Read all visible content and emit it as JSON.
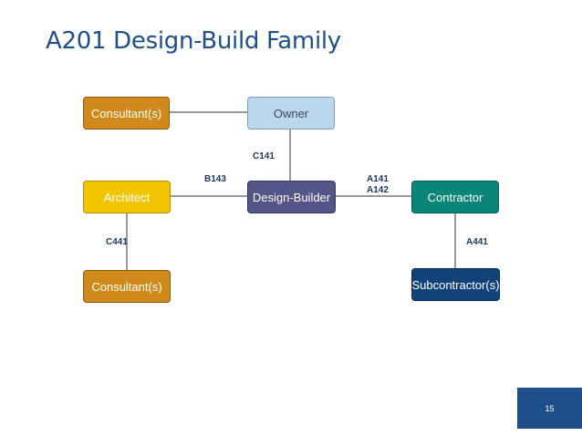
{
  "slide": {
    "title": "A201 Design-Build Family",
    "page_number": "15",
    "page_box_color": "#1f4f8a"
  },
  "nodes": {
    "consultant_top": {
      "label": "Consultant(s)",
      "fill": "#d08a1c",
      "text": "#ffffff",
      "border": "#8a5a0e"
    },
    "owner": {
      "label": "Owner",
      "fill": "#bcd7ec",
      "text": "#3a4a5a",
      "border": "#7aa0c0"
    },
    "architect": {
      "label": "Architect",
      "fill": "#f2c500",
      "text": "#ffffff",
      "border": "#b08e00"
    },
    "design_builder": {
      "label": "Design-Builder",
      "fill": "#535488",
      "text": "#ffffff",
      "border": "#34355c"
    },
    "contractor": {
      "label": "Contractor",
      "fill": "#0a8577",
      "text": "#ffffff",
      "border": "#065a50"
    },
    "consultant_bottom": {
      "label": "Consultant(s)",
      "fill": "#d08a1c",
      "text": "#ffffff",
      "border": "#8a5a0e"
    },
    "subcontractor": {
      "label": "Subcontractor(s)",
      "fill": "#12427a",
      "text": "#ffffff",
      "border": "#0a2a50"
    }
  },
  "contracts": {
    "c141": "C141",
    "b143": "B143",
    "a141": "A141",
    "a142": "A142",
    "c441": "C441",
    "a441": "A441"
  }
}
